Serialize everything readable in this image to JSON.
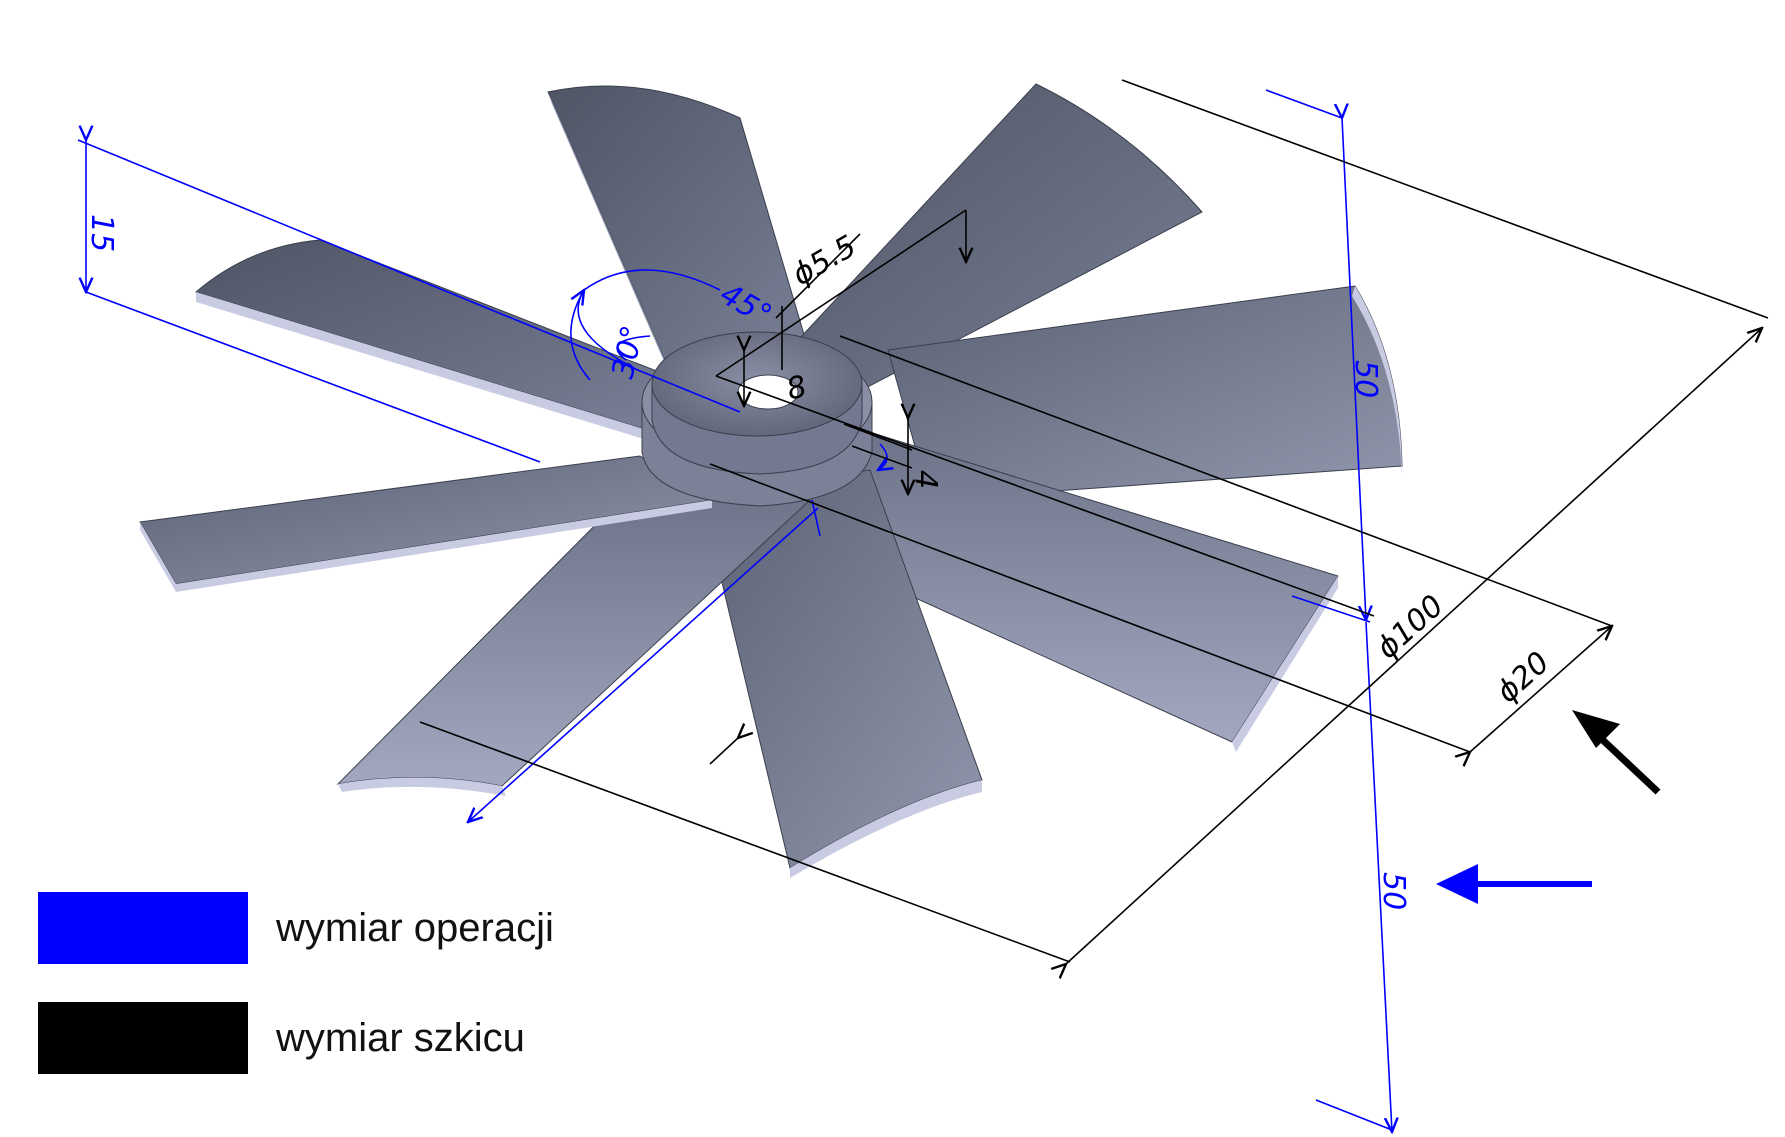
{
  "colors": {
    "operation_dimension": "#0000ff",
    "sketch_dimension": "#000000",
    "blade_face_dark": "#4f5565",
    "blade_face_light": "#8a90a6",
    "blade_edge": "#c9cbe3"
  },
  "dimensions": {
    "blade_width": "15",
    "hole_diameter": "ϕ5.5",
    "blade_angle": "45°",
    "blade_spacing": "30°",
    "hub_height": "8",
    "hub_step": "4",
    "upper_offset": "50",
    "lower_offset": "50",
    "outer_diameter": "ϕ100",
    "hub_diameter": "ϕ20"
  },
  "legend": [
    {
      "label": "wymiar operacji",
      "color": "#0000ff"
    },
    {
      "label": "wymiar szkicu",
      "color": "#000000"
    }
  ],
  "icons": {
    "view_arrow_black": "arrow-up-left-icon",
    "view_arrow_blue": "arrow-left-icon"
  }
}
